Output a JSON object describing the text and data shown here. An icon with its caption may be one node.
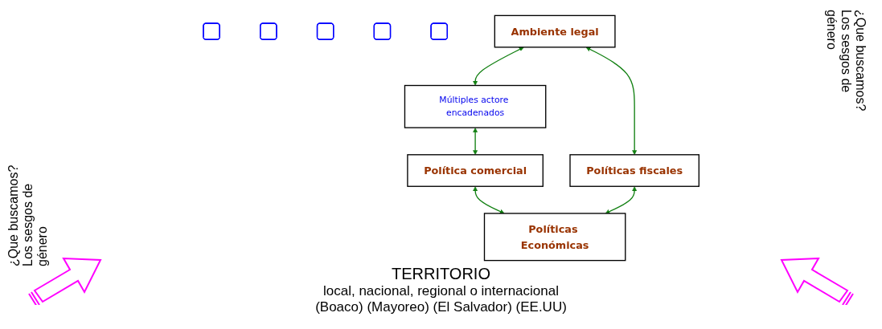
{
  "diagram": {
    "nodes": [
      {
        "text": [
          "Múltiples actore encadenados"
        ]
      },
      {
        "text": [
          "Ambiente legal"
        ]
      },
      {
        "text": [],
        "shape": "box"
      },
      {
        "text": [],
        "shape": "box"
      },
      {
        "text": [],
        "shape": "box"
      },
      {
        "text": [],
        "shape": "box"
      },
      {
        "text": [],
        "shape": "box"
      },
      {
        "text": [
          "Política comercial"
        ]
      },
      {
        "text": [
          "Políticas fiscales"
        ]
      },
      {
        "text": [
          "Políticas Económicas"
        ]
      }
    ],
    "edges": [
      {
        "from": 1,
        "to": 0,
        "arrow": "both"
      },
      {
        "from": 0,
        "to": 7,
        "arrow": "both"
      },
      {
        "from": 1,
        "to": 8,
        "arrow": "both"
      },
      {
        "from": 7,
        "to": 9,
        "arrow": "both"
      },
      {
        "from": 8,
        "to": 9,
        "arrow": "both"
      }
    ],
    "labels": [
      "TERRITORIO",
      "local, nacional, regional o internacional",
      "(Boaco) (Mayoreo) (El Salvador) (EE.UU)",
      "¿Que buscamos? Los sesgos de género",
      "¿Que buscamos? Los sesgos de género"
    ]
  }
}
